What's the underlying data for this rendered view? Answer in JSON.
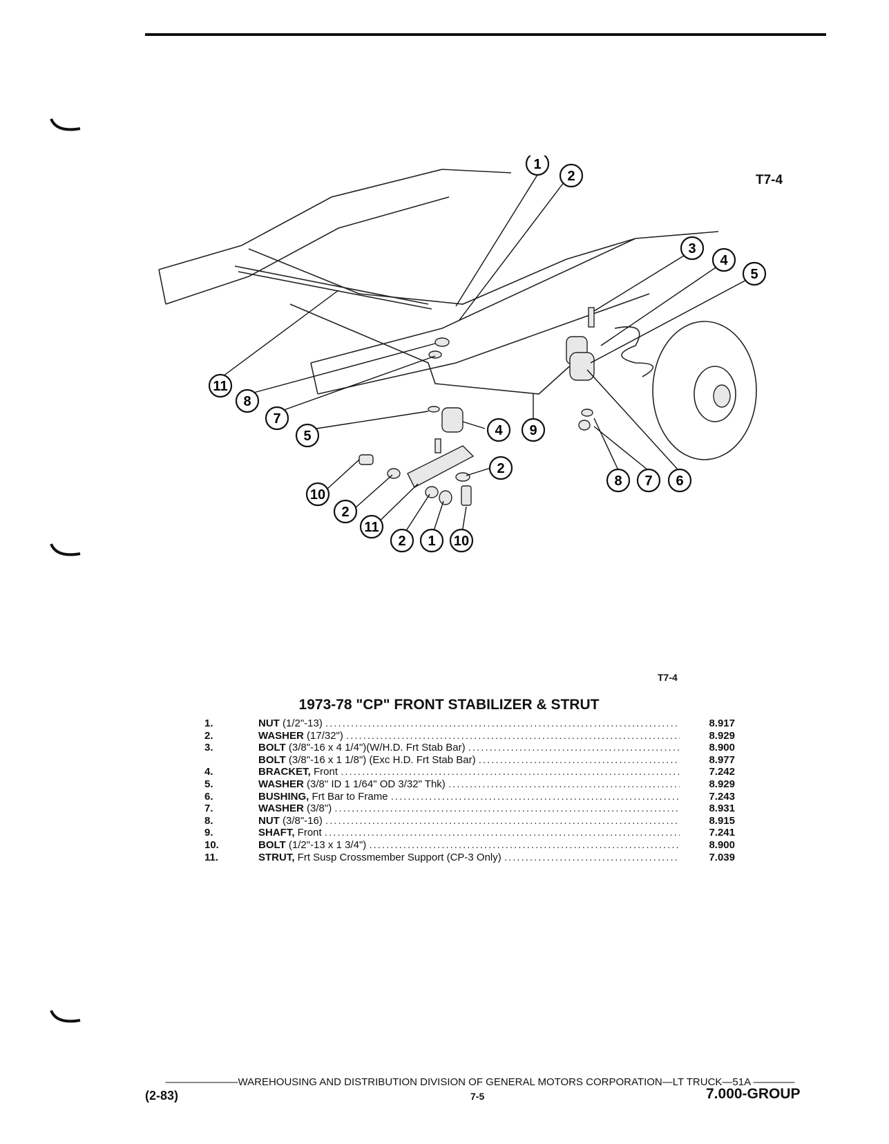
{
  "figure_code_top": "T7-4",
  "figure_code_mid": "T7-4",
  "title": "1973-78 \"CP\" FRONT STABILIZER & STRUT",
  "parts": [
    {
      "num": "1.",
      "name": "NUT",
      "spec": "(1/2\"-13)",
      "part": "8.917"
    },
    {
      "num": "2.",
      "name": "WASHER",
      "spec": "(17/32\")",
      "part": "8.929"
    },
    {
      "num": "3.",
      "name": "BOLT",
      "spec": "(3/8\"-16 x 4 1/4\")(W/H.D. Frt Stab Bar)",
      "part": "8.900"
    },
    {
      "num": "",
      "name": "BOLT",
      "spec": "(3/8\"-16 x 1 1/8\") (Exc H.D. Frt Stab Bar)",
      "part": "8.977"
    },
    {
      "num": "4.",
      "name": "BRACKET,",
      "spec": "Front",
      "part": "7.242"
    },
    {
      "num": "5.",
      "name": "WASHER",
      "spec": "(3/8\" ID 1 1/64\" OD 3/32\" Thk)",
      "part": "8.929"
    },
    {
      "num": "6.",
      "name": "BUSHING,",
      "spec": "Frt Bar to Frame",
      "part": "7.243"
    },
    {
      "num": "7.",
      "name": "WASHER",
      "spec": "(3/8\")",
      "part": "8.931"
    },
    {
      "num": "8.",
      "name": "NUT",
      "spec": "(3/8\"-16)",
      "part": "8.915"
    },
    {
      "num": "9.",
      "name": "SHAFT,",
      "spec": "Front",
      "part": "7.241"
    },
    {
      "num": "10.",
      "name": "BOLT",
      "spec": "(1/2\"-13 x 1 3/4\")",
      "part": "8.900"
    },
    {
      "num": "11.",
      "name": "STRUT,",
      "spec": "Frt Susp Crossmember Support (CP-3 Only)",
      "part": "7.039"
    }
  ],
  "callouts": [
    "1",
    "2",
    "3",
    "4",
    "5",
    "11",
    "8",
    "7",
    "5",
    "4",
    "9",
    "8",
    "7",
    "6",
    "2",
    "10",
    "2",
    "11",
    "2",
    "1",
    "10"
  ],
  "footer": {
    "division": "WAREHOUSING AND DISTRIBUTION  DIVISION OF GENERAL MOTORS CORPORATION—LT TRUCK—51A",
    "date": "(2-83)",
    "page": "7-5",
    "group": "7.000-GROUP"
  }
}
